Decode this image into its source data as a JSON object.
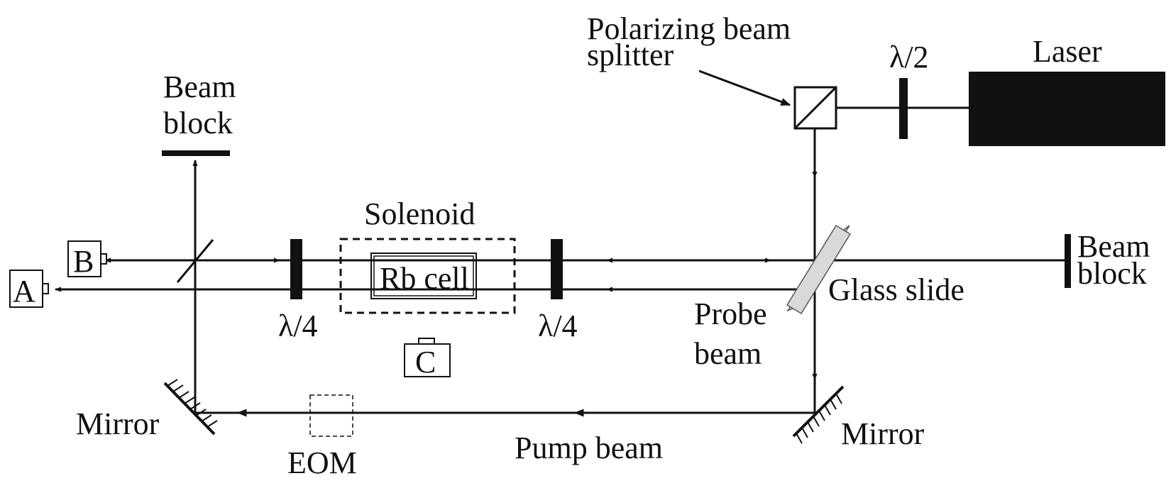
{
  "labels": {
    "pbs_line1": "Polarizing beam",
    "pbs_line2": "splitter",
    "half_wave": "λ/2",
    "laser": "Laser",
    "beam_block_left_1": "Beam",
    "beam_block_left_2": "block",
    "solenoid": "Solenoid",
    "rb_cell": "Rb cell",
    "beam_block_right_1": "Beam",
    "beam_block_right_2": "block",
    "glass_slide": "Glass slide",
    "probe_beam_1": "Probe",
    "probe_beam_2": "beam",
    "qwp_left": "λ/4",
    "qwp_right": "λ/4",
    "detector_a": "A",
    "detector_b": "B",
    "detector_c": "C",
    "mirror_left": "Mirror",
    "mirror_right": "Mirror",
    "eom": "EOM",
    "pump_beam": "Pump beam"
  },
  "colors": {
    "ink": "#111111",
    "glass_slide_fill": "#d9d9d9"
  }
}
